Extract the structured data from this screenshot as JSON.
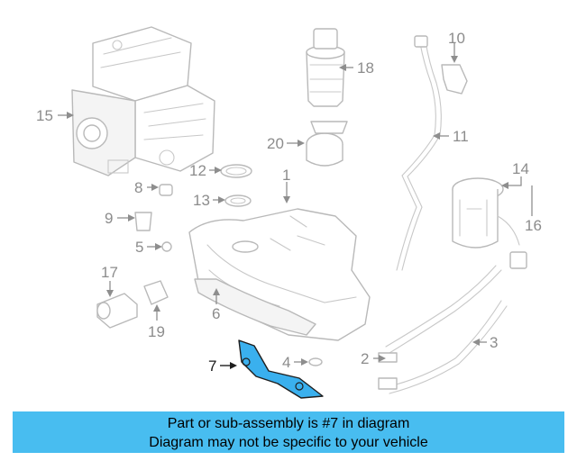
{
  "diagram": {
    "highlight_color": "#3ab0ee",
    "callouts": [
      {
        "id": "c1",
        "label": "1"
      },
      {
        "id": "c2",
        "label": "2"
      },
      {
        "id": "c3",
        "label": "3"
      },
      {
        "id": "c4",
        "label": "4"
      },
      {
        "id": "c5",
        "label": "5"
      },
      {
        "id": "c6",
        "label": "6"
      },
      {
        "id": "c7",
        "label": "7"
      },
      {
        "id": "c8",
        "label": "8"
      },
      {
        "id": "c9",
        "label": "9"
      },
      {
        "id": "c10",
        "label": "10"
      },
      {
        "id": "c11",
        "label": "11"
      },
      {
        "id": "c12",
        "label": "12"
      },
      {
        "id": "c13",
        "label": "13"
      },
      {
        "id": "c14",
        "label": "14"
      },
      {
        "id": "c15",
        "label": "15"
      },
      {
        "id": "c16",
        "label": "16"
      },
      {
        "id": "c17",
        "label": "17"
      },
      {
        "id": "c18",
        "label": "18"
      },
      {
        "id": "c19",
        "label": "19"
      },
      {
        "id": "c20",
        "label": "20"
      }
    ],
    "highlighted_part": "7"
  },
  "banner": {
    "line1": "Part or sub-assembly is #7 in diagram",
    "line2": "Diagram may not be specific to your vehicle",
    "background": "#48bdf0"
  }
}
